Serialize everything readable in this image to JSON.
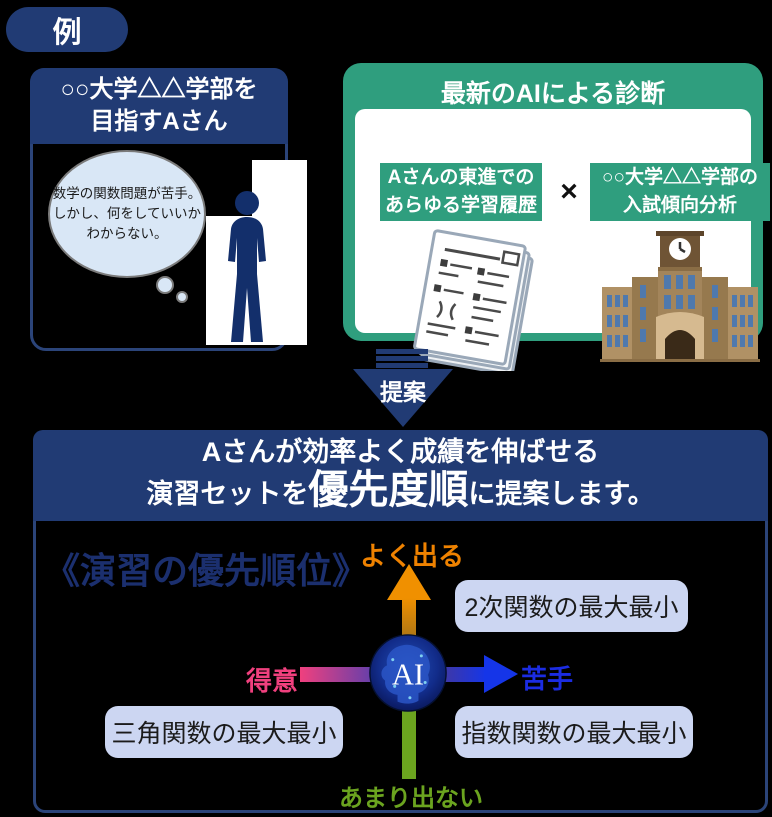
{
  "example_badge": {
    "label": "例"
  },
  "student_card": {
    "title_line1": "○○大学△△学部を",
    "title_line2": "目指すAさん",
    "thought_lines": [
      "数学の関数問題が苦手。",
      "しかし、何をしていいか",
      "わからない。"
    ]
  },
  "ai_diagnosis": {
    "title": "最新のAIによる診断",
    "input_left_line1": "Aさんの東進での",
    "input_left_line2": "あらゆる学習履歴",
    "multiply_sign": "×",
    "input_right_line1": "○○大学△△学部の",
    "input_right_line2": "入試傾向分析"
  },
  "proposal_arrow": {
    "label": "提案"
  },
  "result_panel": {
    "headline_line1": "Aさんが効率よく成績を伸ばせる",
    "headline_line2_pre": "演習セットを",
    "headline_line2_emph": "優先度順",
    "headline_line2_post": "に提案します。",
    "section_title": "《演習の優先順位》",
    "axis": {
      "top_label": "よく出る",
      "bottom_label": "あまり出ない",
      "left_label": "得意",
      "right_label": "苦手",
      "center_label": "AI"
    },
    "items": [
      {
        "label": "2次関数の最大最小",
        "position": "top-right"
      },
      {
        "label": "三角関数の最大最小",
        "position": "bottom-left"
      },
      {
        "label": "指数関数の最大最小",
        "position": "bottom-right"
      }
    ]
  },
  "colors": {
    "navy": "#213b74",
    "green": "#2f9e7e",
    "accent_orange": "#f09000",
    "accent_pink": "#f0407e",
    "accent_blue": "#1535e8",
    "accent_green": "#6ba41f",
    "item_box_bg": "#ccd6f2",
    "bubble_bg": "#d9e7f6"
  }
}
